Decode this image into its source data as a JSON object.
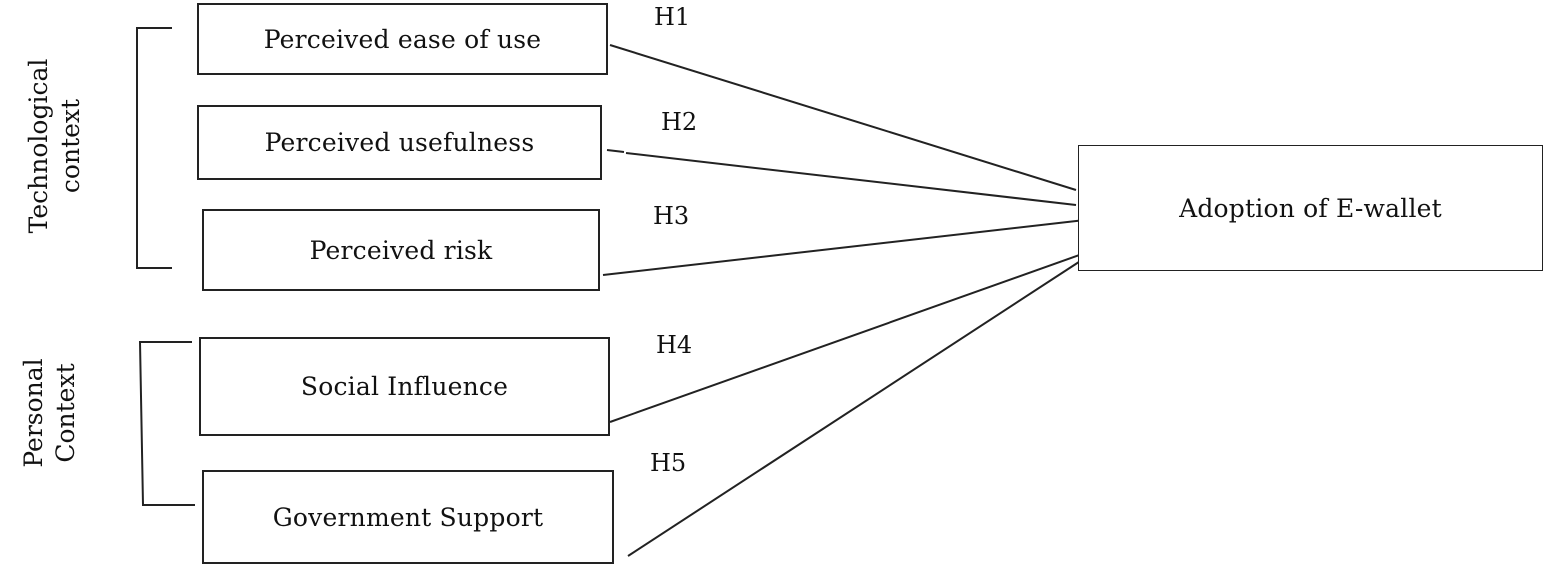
{
  "groups": {
    "technological": [
      "Technological",
      "context"
    ],
    "personal": [
      "Personal",
      "Context"
    ]
  },
  "constructs": {
    "ease_of_use": "Perceived ease of use",
    "usefulness": "Perceived usefulness",
    "risk": "Perceived risk",
    "social_influence": "Social Influence",
    "government_support": "Government Support"
  },
  "outcome": "Adoption of E-wallet",
  "hypotheses": {
    "h1": "H1",
    "h2": "H2",
    "h3": "H3",
    "h4": "H4",
    "h5": "H5"
  }
}
